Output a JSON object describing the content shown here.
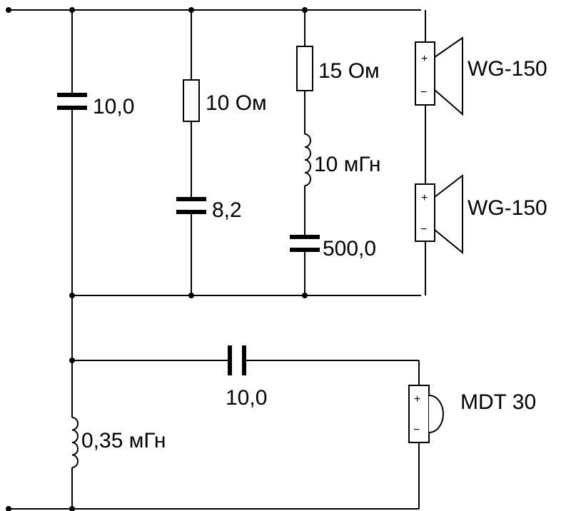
{
  "components": {
    "c1": {
      "value": "10,0"
    },
    "r1": {
      "value": "10 Ом"
    },
    "c2": {
      "value": "8,2"
    },
    "r2": {
      "value": "15 Ом"
    },
    "l1": {
      "value": "10 мГн"
    },
    "c3": {
      "value": "500,0"
    },
    "speaker1": {
      "model": "WG-150",
      "plus": "+",
      "minus": "−"
    },
    "speaker2": {
      "model": "WG-150",
      "plus": "+",
      "minus": "−"
    },
    "c4": {
      "value": "10,0"
    },
    "l2": {
      "value": "0,35 мГн"
    },
    "tweeter": {
      "model": "MDT 30",
      "plus": "+",
      "minus": "−"
    }
  }
}
